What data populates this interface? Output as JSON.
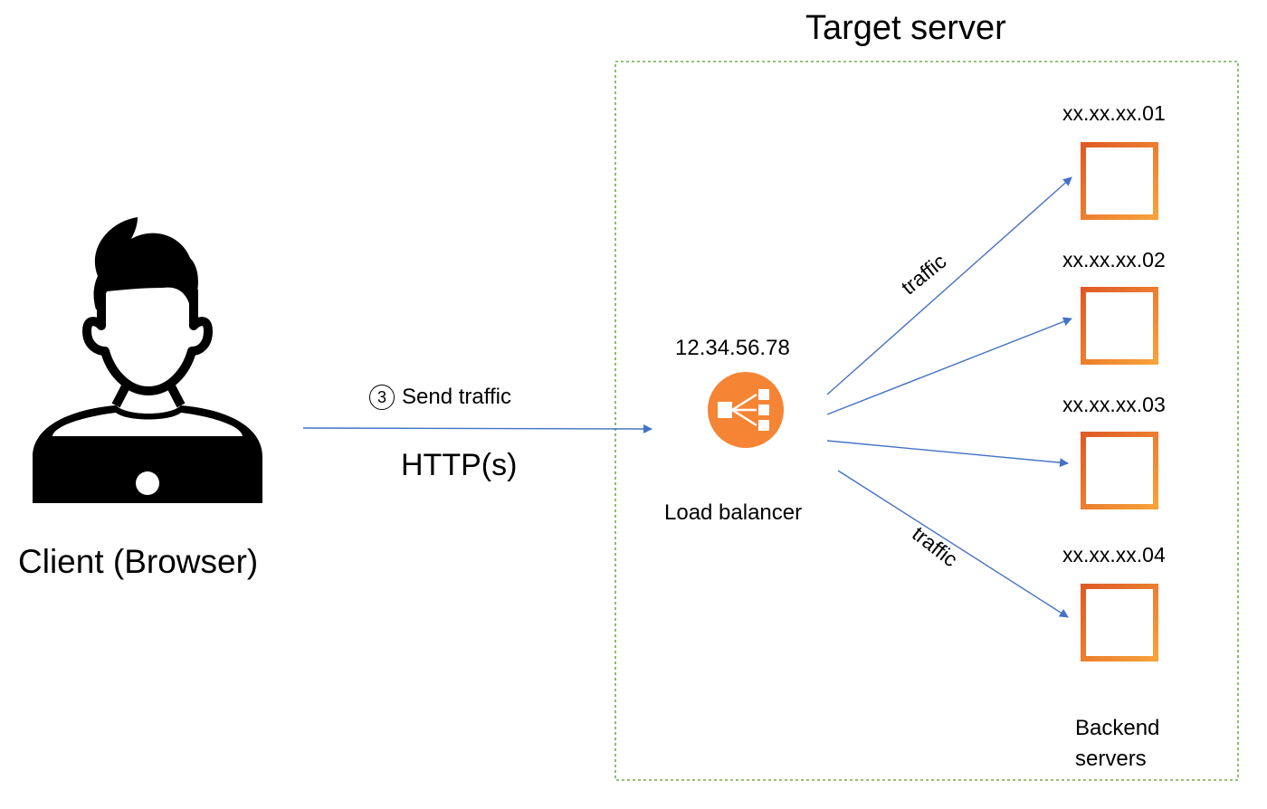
{
  "title": "Target server",
  "client": {
    "label": "Client (Browser)",
    "icon": "person-with-laptop-icon"
  },
  "request": {
    "step_number": "3",
    "step_label": "Send traffic",
    "protocol": "HTTP(s)"
  },
  "load_balancer": {
    "ip": "12.34.56.78",
    "label": "Load balancer",
    "icon": "load-balancer-icon",
    "color": "#F58534"
  },
  "edges": {
    "label_upper": "traffic",
    "label_lower": "traffic"
  },
  "servers": [
    {
      "ip": "xx.xx.xx.01",
      "icon": "ec2-instance-icon"
    },
    {
      "ip": "xx.xx.xx.02",
      "icon": "ec2-instance-icon"
    },
    {
      "ip": "xx.xx.xx.03",
      "icon": "ec2-instance-icon"
    },
    {
      "ip": "xx.xx.xx.04",
      "icon": "ec2-instance-icon"
    }
  ],
  "backend_label": "Backend servers",
  "colors": {
    "arrow": "#4472C4",
    "boundary": "#70AD47",
    "server_gradient_top": "#E05A25",
    "server_gradient_bottom": "#F7A23A"
  }
}
